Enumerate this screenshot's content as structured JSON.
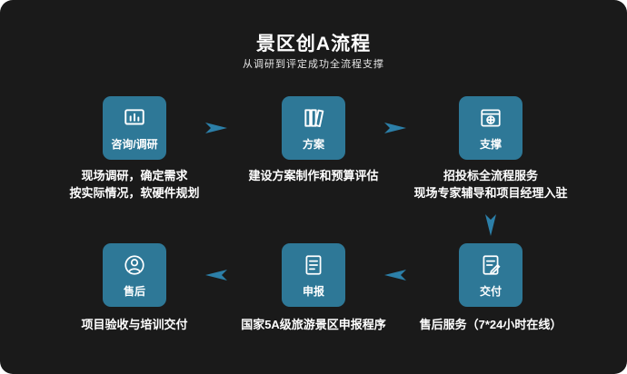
{
  "header": {
    "title": "景区创A流程",
    "subtitle": "从调研到评定成功全流程支撑"
  },
  "colors": {
    "background": "#1a1a1a",
    "node": "#2e7897",
    "arrow": "#2c7fa8",
    "text": "#ffffff"
  },
  "flow": {
    "steps": [
      {
        "label": "咨询/调研",
        "icon": "bar-chart-icon",
        "description": "现场调研，确定需求\n按实际情况，软硬件规划"
      },
      {
        "label": "方案",
        "icon": "books-icon",
        "description": "建设方案制作和预算评估"
      },
      {
        "label": "支撑",
        "icon": "browser-globe-icon",
        "description": "招投标全流程服务\n现场专家辅导和项目经理入驻"
      },
      {
        "label": "交付",
        "icon": "document-signature-icon",
        "description": "售后服务（7*24小时在线）"
      },
      {
        "label": "申报",
        "icon": "document-icon",
        "description": "国家5A级旅游景区申报程序"
      },
      {
        "label": "售后",
        "icon": "customer-service-icon",
        "description": "项目验收与培训交付"
      }
    ]
  }
}
